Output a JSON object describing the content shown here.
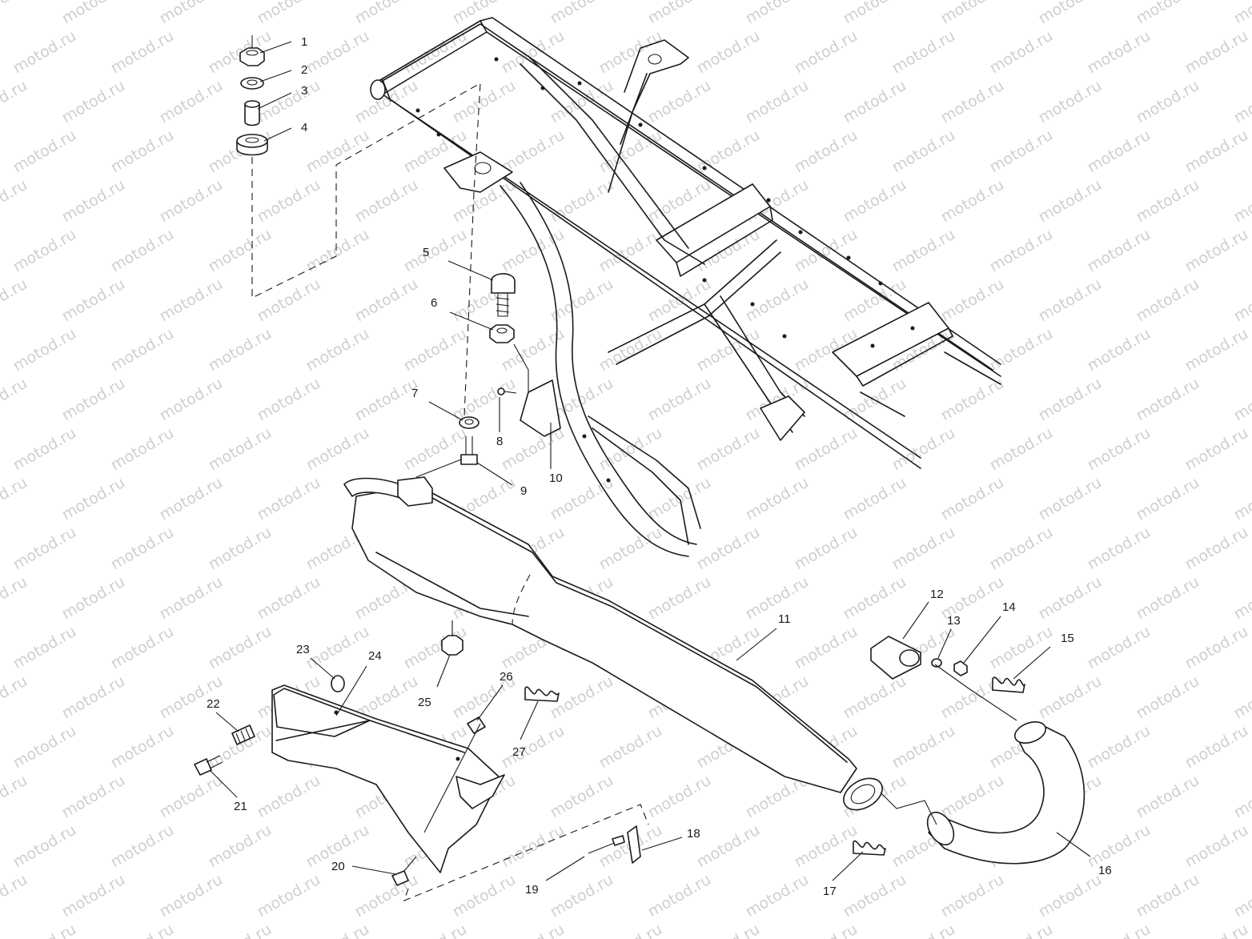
{
  "watermark": "motod.ru",
  "colors": {
    "line": "#1a1a1a",
    "watermark": "#cfcfcf",
    "background": "#ffffff"
  },
  "labels": {
    "p1": "1",
    "p2": "2",
    "p3": "3",
    "p4": "4",
    "p5": "5",
    "p6": "6",
    "p7": "7",
    "p8": "8",
    "p9": "9",
    "p10": "10",
    "p11": "11",
    "p12": "12",
    "p13": "13",
    "p14": "14",
    "p15": "15",
    "p16": "16",
    "p17": "17",
    "p18": "18",
    "p19": "19",
    "p20": "20",
    "p21": "21",
    "p22": "22",
    "p23": "23",
    "p24": "24",
    "p25": "25",
    "p26": "26",
    "p27": "27"
  }
}
